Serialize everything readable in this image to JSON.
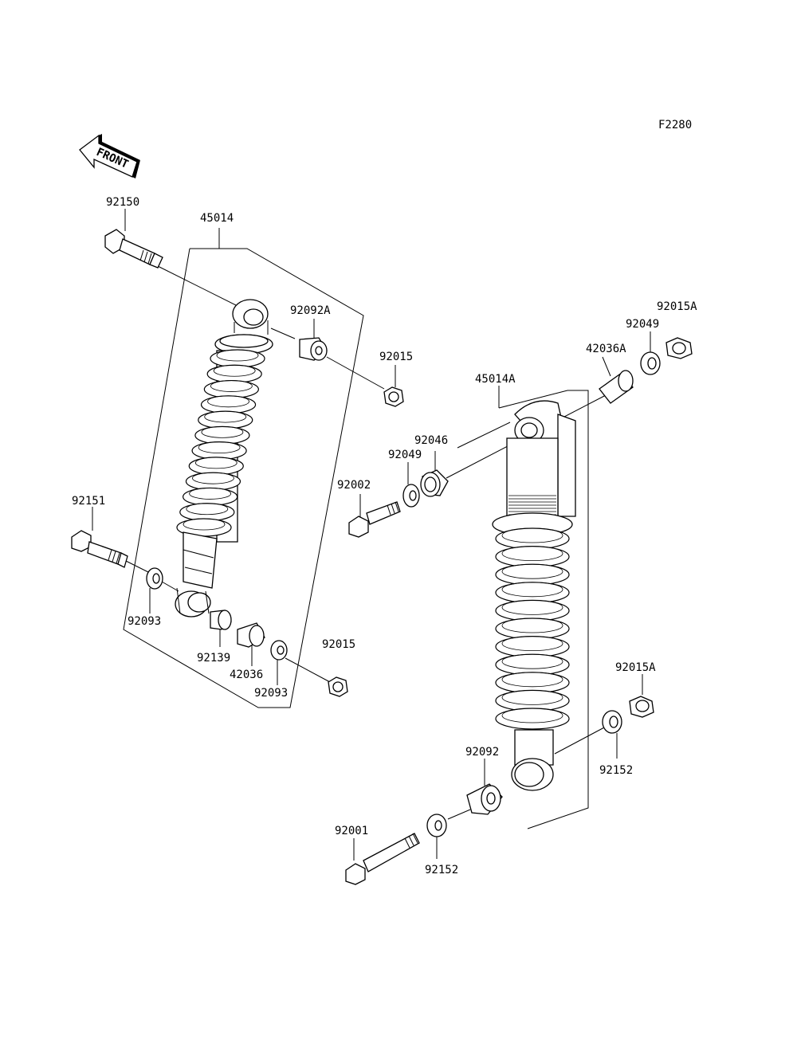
{
  "figure_code": "F2280",
  "front_marker": "FRONT",
  "labels": {
    "p92150": "92150",
    "p45014": "45014",
    "p92092A": "92092A",
    "p92015_top": "92015",
    "p92151": "92151",
    "p92093_left": "92093",
    "p92139": "92139",
    "p42036": "42036",
    "p92093_bottom": "92093",
    "p92015_mid": "92015",
    "p92015A_top": "92015A",
    "p92049_right": "92049",
    "p42036A": "42036A",
    "p45014A": "45014A",
    "p92046": "92046",
    "p92049_left": "92049",
    "p92002": "92002",
    "p92015A_bottom": "92015A",
    "p92152_right": "92152",
    "p92092": "92092",
    "p92001": "92001",
    "p92152_bottom": "92152"
  }
}
